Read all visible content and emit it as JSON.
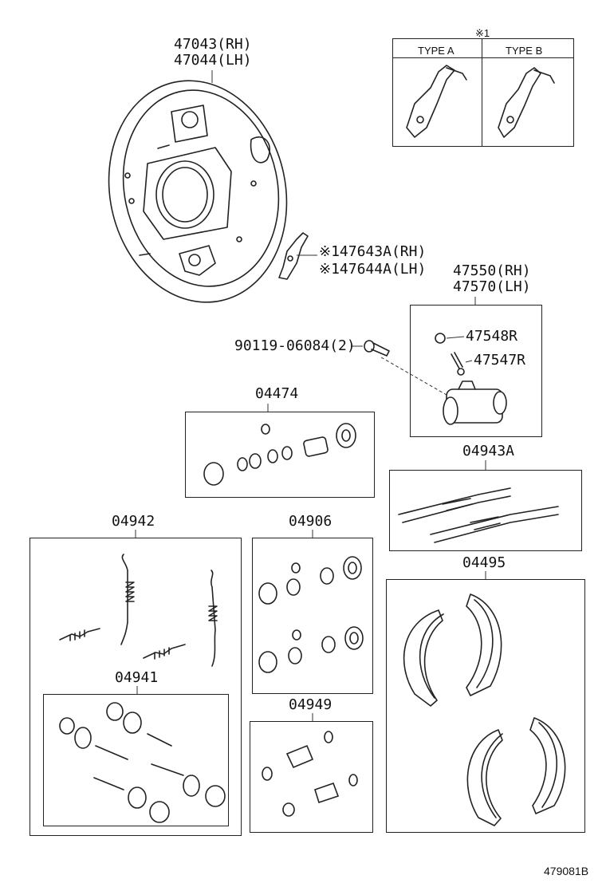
{
  "backing_plate": {
    "line1": "47043(RH)",
    "line2": "47044(LH)"
  },
  "lever": {
    "line1": "※147643A(RH)",
    "line2": "※147644A(LH)"
  },
  "inset": {
    "note": "※1",
    "type_a": "TYPE A",
    "type_b": "TYPE B"
  },
  "wheel_cylinder": {
    "line1": "47550(RH)",
    "line2": "47570(LH)",
    "cap": "47548R",
    "bleeder": "47547R"
  },
  "bolt": {
    "label": "90119-06084(2)"
  },
  "kits": {
    "k04474": "04474",
    "k04943a": "04943A",
    "k04942": "04942",
    "k04906": "04906",
    "k04495": "04495",
    "k04941": "04941",
    "k04949": "04949"
  },
  "figure_id": "479081B"
}
